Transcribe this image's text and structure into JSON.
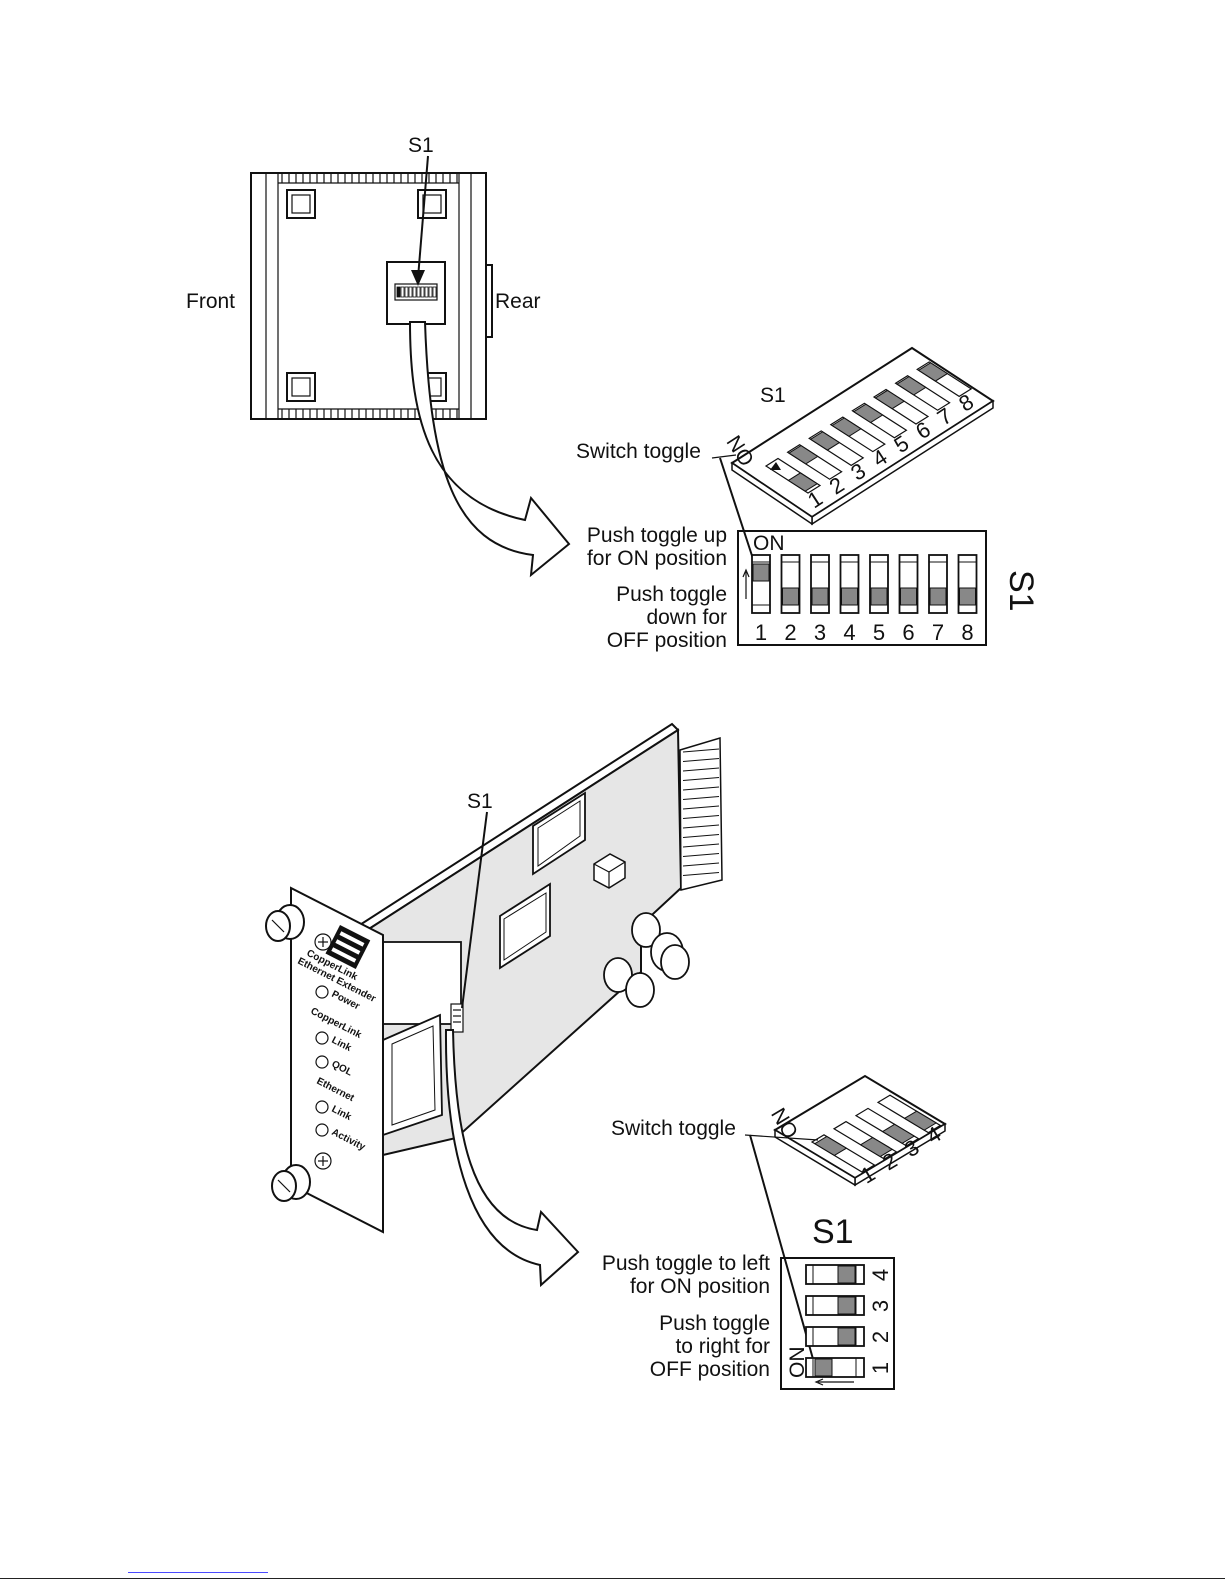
{
  "top_figure": {
    "s1_label": "S1",
    "front_label": "Front",
    "rear_label": "Rear",
    "iso_s1_label": "S1",
    "switch_toggle_label": "Switch toggle",
    "on_label": "ON",
    "iso_numbers": [
      "1",
      "2",
      "3",
      "4",
      "5",
      "6",
      "7",
      "8"
    ],
    "push_up_line1": "Push toggle up",
    "push_up_line2": "for ON position",
    "push_down_line1": "Push toggle",
    "push_down_line2": "down for",
    "push_down_line3": "OFF position",
    "side_s1_label": "S1",
    "switch_numbers": [
      "1",
      "2",
      "3",
      "4",
      "5",
      "6",
      "7",
      "8"
    ],
    "switch_states": [
      "ON",
      "OFF",
      "OFF",
      "OFF",
      "OFF",
      "OFF",
      "OFF",
      "OFF"
    ]
  },
  "bottom_figure": {
    "s1_label": "S1",
    "panel_title_line1": "CopperLink",
    "panel_title_line2": "Ethernet Extender",
    "power_label": "Power",
    "copperlink_label": "CopperLink",
    "link_label_1": "Link",
    "qol_label": "QOL",
    "ethernet_label": "Ethernet",
    "link_label_2": "Link",
    "activity_label": "Activity",
    "switch_toggle_label": "Switch toggle",
    "iso_on_label": "ON",
    "iso_numbers": [
      "1",
      "2",
      "3",
      "4"
    ],
    "big_s1_label": "S1",
    "push_left_line1": "Push toggle to left",
    "push_left_line2": "for ON position",
    "push_right_line1": "Push toggle",
    "push_right_line2": "to right for",
    "push_right_line3": "OFF position",
    "on_label": "ON",
    "switch_numbers": [
      "4",
      "3",
      "2",
      "1"
    ],
    "switch_states": [
      "OFF",
      "OFF",
      "OFF",
      "ON"
    ]
  },
  "colors": {
    "line": "#111111",
    "toggle_fill": "#888888",
    "board_fill": "#e6e6e6"
  }
}
